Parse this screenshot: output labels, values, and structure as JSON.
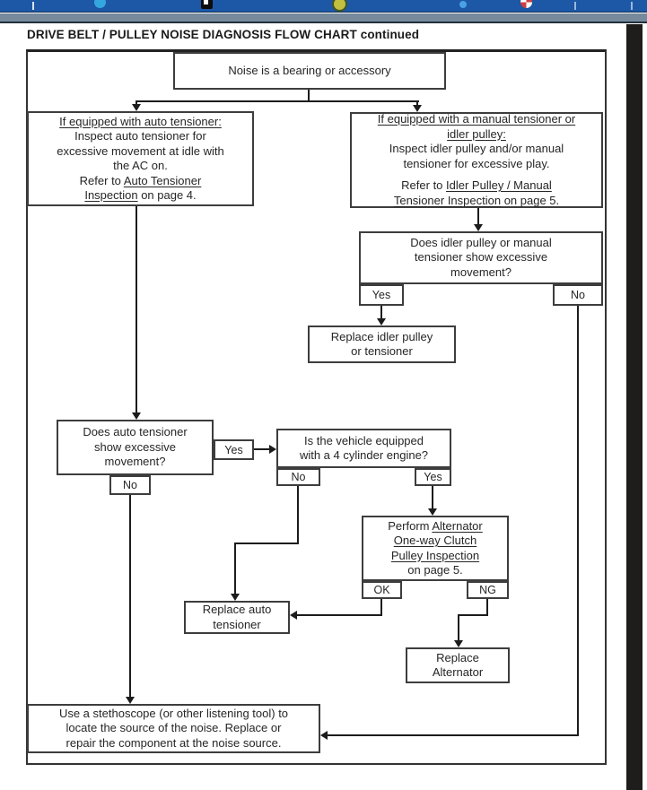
{
  "toolbar": {
    "icons": [
      {
        "name": "tab-divider",
        "color": "#d7e4f2"
      },
      {
        "name": "bird-icon",
        "color": "#35a7e0"
      },
      {
        "name": "photo-icon",
        "color": "#0d0d0d"
      },
      {
        "name": "badge-icon",
        "color": "#c2bf41"
      },
      {
        "name": "dot-icon",
        "color": "#4aa0e4"
      },
      {
        "name": "pinwheel-icon",
        "color": "#d04040"
      }
    ],
    "bar_color": "#1d58a7",
    "lower_bar_color": "#76899d"
  },
  "document": {
    "title": "DRIVE BELT / PULLEY NOISE DIAGNOSIS FLOW CHART continued"
  },
  "flowchart": {
    "start": {
      "text": "Noise is a bearing or accessory"
    },
    "auto_branch": {
      "heading": "If equipped with auto tensioner:",
      "line1": "Inspect auto tensioner for",
      "line2": "excessive movement at idle with",
      "line3": "the AC on.",
      "refer_pre": "Refer to ",
      "refer_link1": "Auto Tensioner",
      "refer_link2": "Inspection",
      "refer_post": " on page 4."
    },
    "manual_branch": {
      "heading1": "If equipped with a manual tensioner or",
      "heading2": "idler pulley:",
      "line1": "Inspect idler pulley and/or manual",
      "line2": "tensioner for excessive play.",
      "refer_pre": "Refer to ",
      "refer_link1": "Idler Pulley / Manual",
      "refer_link2": "Tensioner Inspection",
      "refer_post": " on page 5."
    },
    "q_idler": {
      "line1": "Does idler pulley or manual",
      "line2": "tensioner show excessive",
      "line3": "movement?",
      "yes": "Yes",
      "no": "No"
    },
    "replace_idler": {
      "line1": "Replace idler pulley",
      "line2": "or tensioner"
    },
    "q_auto": {
      "line1": "Does auto tensioner",
      "line2": "show excessive",
      "line3": "movement?",
      "yes": "Yes",
      "no": "No"
    },
    "q_4cyl": {
      "line1": "Is the vehicle equipped",
      "line2": "with a 4 cylinder engine?",
      "no": "No",
      "yes": "Yes"
    },
    "perform": {
      "pre": "Perform ",
      "u1": "Alternator",
      "u2": "One-way Clutch",
      "u3": "Pulley Inspection",
      "post": "on page 5.",
      "ok": "OK",
      "ng": "NG"
    },
    "replace_auto": {
      "line1": "Replace auto",
      "line2": "tensioner"
    },
    "replace_alt": {
      "line1": "Replace",
      "line2": "Alternator"
    },
    "stethoscope": {
      "line1": "Use a stethoscope (or other listening tool) to",
      "line2": "locate the source of the noise. Replace or",
      "line3": "repair the component at the noise source."
    }
  }
}
